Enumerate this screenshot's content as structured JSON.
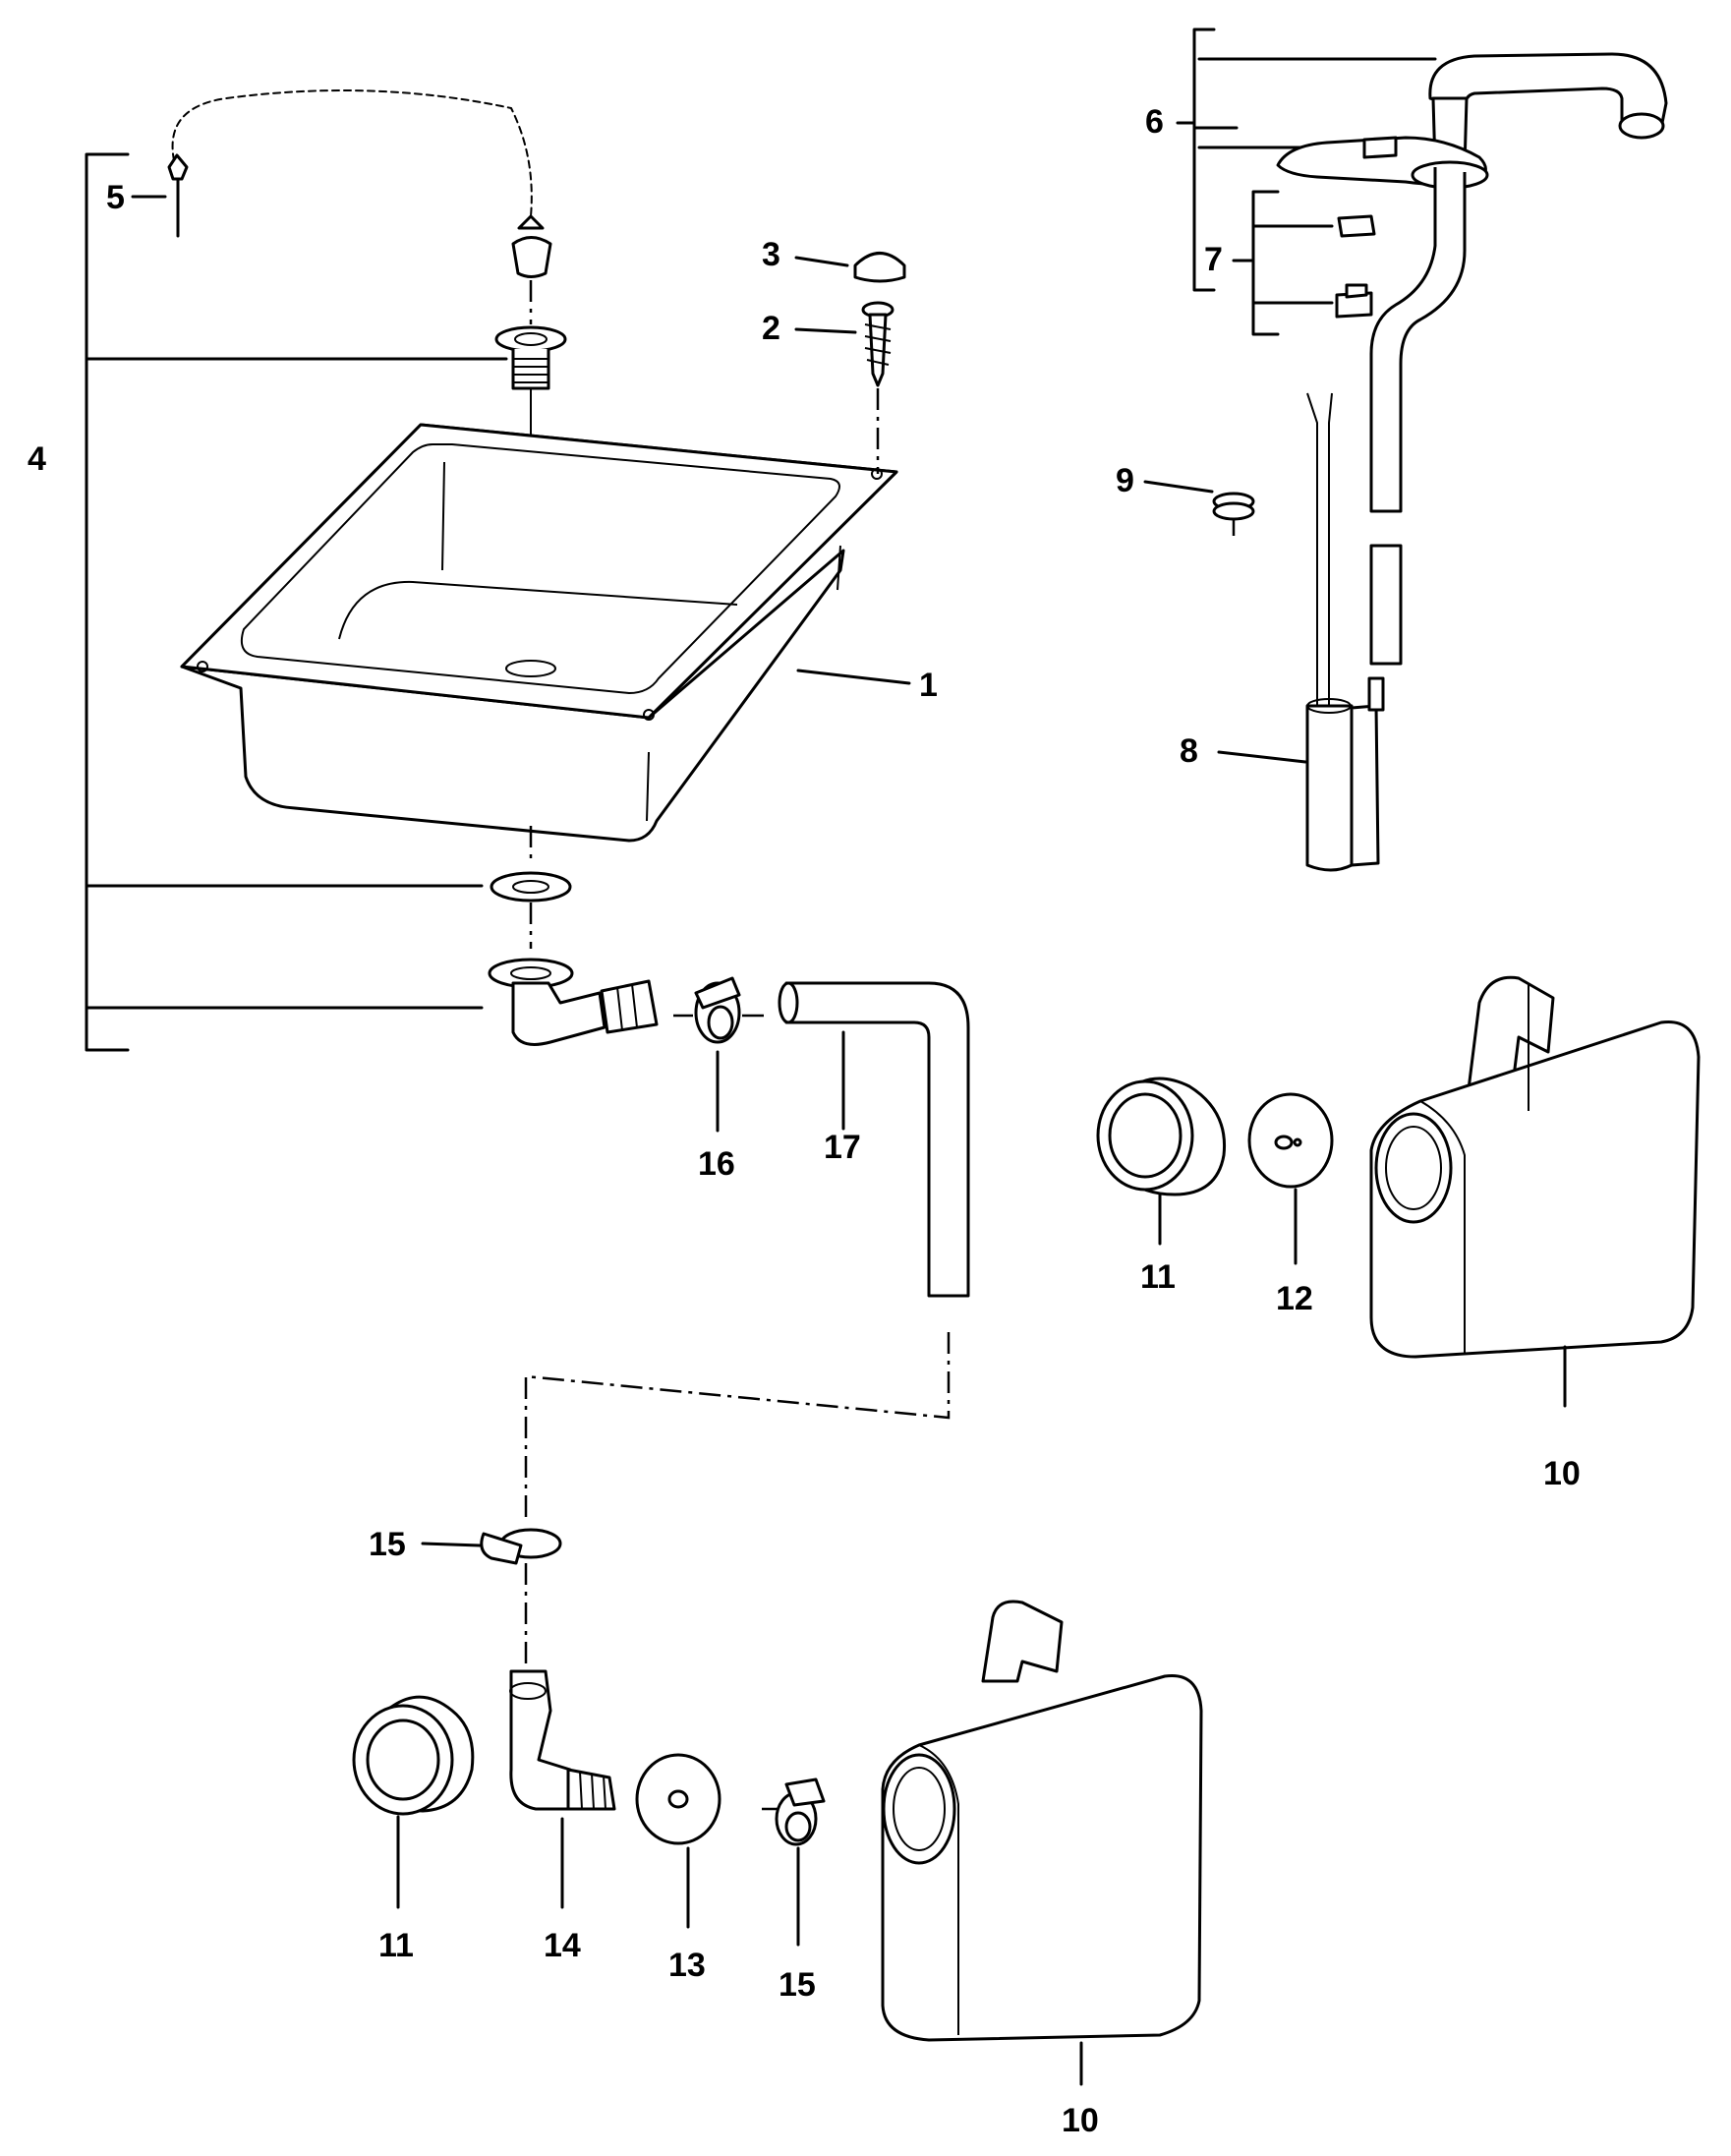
{
  "callouts": {
    "n1": "1",
    "n2": "2",
    "n3": "3",
    "n4": "4",
    "n5": "5",
    "n6": "6",
    "n7": "7",
    "n8": "8",
    "n9": "9",
    "n10_right": "10",
    "n10_bottom": "10",
    "n11_right": "11",
    "n11_bottom": "11",
    "n12": "12",
    "n13": "13",
    "n14": "14",
    "n15_left": "15",
    "n15_bottom": "15",
    "n16": "16",
    "n17": "17"
  }
}
